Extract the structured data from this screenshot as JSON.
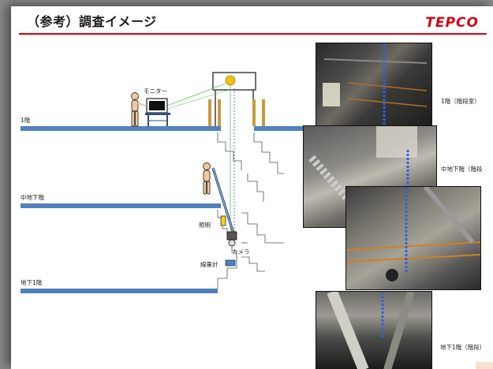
{
  "header": {
    "title": "（参考）調査イメージ",
    "logo": "TEPCO"
  },
  "diagram": {
    "floors": {
      "f1": "1階",
      "mezzanine": "中地下階",
      "b1": "地下1階"
    },
    "equipment": {
      "monitor": "モニター",
      "lighting": "照明",
      "camera": "カメラ",
      "dosimeter": "線量計"
    }
  },
  "photos": {
    "f1": "1階（階段室）",
    "mezzanine": "中地下階（階段",
    "b1": "地下1階（階段）"
  },
  "colors": {
    "accent": "#d7000f",
    "floor": "#4f81bd",
    "frame": "#c79a3c",
    "cable": "#66cc66"
  }
}
